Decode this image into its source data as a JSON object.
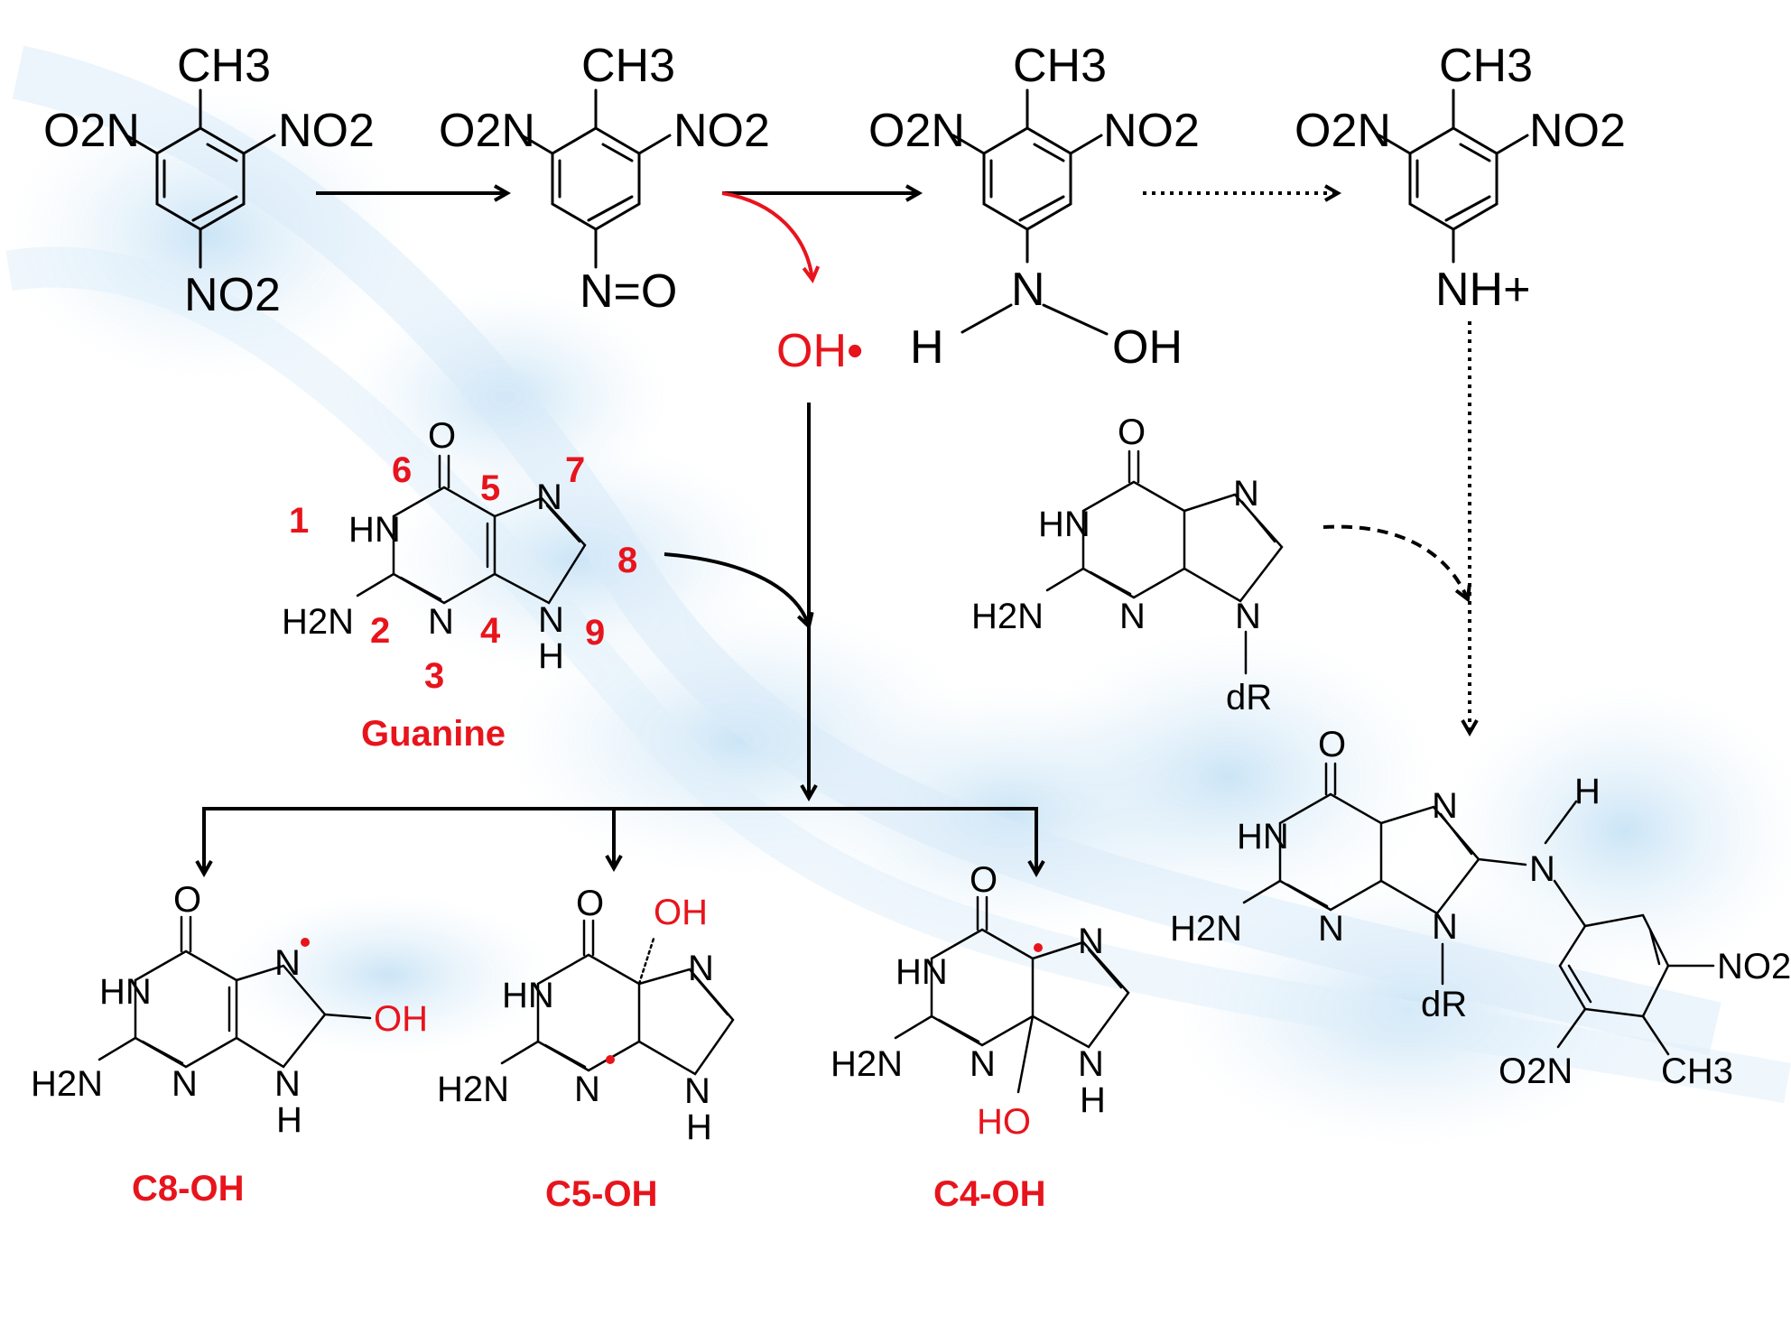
{
  "tnt": {
    "ch3": "CH3",
    "o2n_left": "O2N",
    "no2_right": "NO2",
    "no2_bottom": "NO2"
  },
  "nitroso": {
    "ch3": "CH3",
    "o2n_left": "O2N",
    "no2_right": "NO2",
    "n_o": "N=O"
  },
  "hydroxylamine": {
    "ch3": "CH3",
    "o2n_left": "O2N",
    "no2_right": "NO2",
    "n": "N",
    "h": "H",
    "oh": "OH"
  },
  "nitrenium": {
    "ch3": "CH3",
    "o2n_left": "O2N",
    "no2_right": "NO2",
    "nh_plus": "NH+"
  },
  "radical": {
    "label": "OH•"
  },
  "guanine": {
    "name": "Guanine",
    "o": "O",
    "hn": "HN",
    "h2n": "H2N",
    "n3": "N",
    "n7": "N",
    "n9": "N",
    "h9": "H",
    "numbers": [
      "1",
      "2",
      "3",
      "4",
      "5",
      "6",
      "7",
      "8",
      "9"
    ]
  },
  "deoxyguanosine": {
    "o": "O",
    "hn": "HN",
    "h2n": "H2N",
    "n3": "N",
    "n7": "N",
    "n9": "N",
    "dr": "dR"
  },
  "adduct": {
    "o": "O",
    "hn": "HN",
    "h2n": "H2N",
    "n3": "N",
    "n7": "N",
    "n9": "N",
    "dr": "dR",
    "nh_n": "N",
    "nh_h": "H",
    "no2": "NO2",
    "o2n": "O2N",
    "ch3": "CH3"
  },
  "products": [
    {
      "name": "C8-OH",
      "o": "O",
      "hn": "HN",
      "h2n": "H2N",
      "n3": "N",
      "n7": "N",
      "n9": "N",
      "h9": "H",
      "oh": "OH"
    },
    {
      "name": "C5-OH",
      "o": "O",
      "hn": "HN",
      "h2n": "H2N",
      "n3": "N",
      "n7": "N",
      "n9": "N",
      "h9": "H",
      "oh": "OH"
    },
    {
      "name": "C4-OH",
      "o": "O",
      "hn": "HN",
      "h2n": "H2N",
      "n3": "N",
      "n7": "N",
      "n9": "N",
      "h9": "H",
      "oh": "HO"
    }
  ],
  "colors": {
    "accent": "#e8141c",
    "ink": "#000000",
    "background_tint": "#cfe6f7"
  }
}
